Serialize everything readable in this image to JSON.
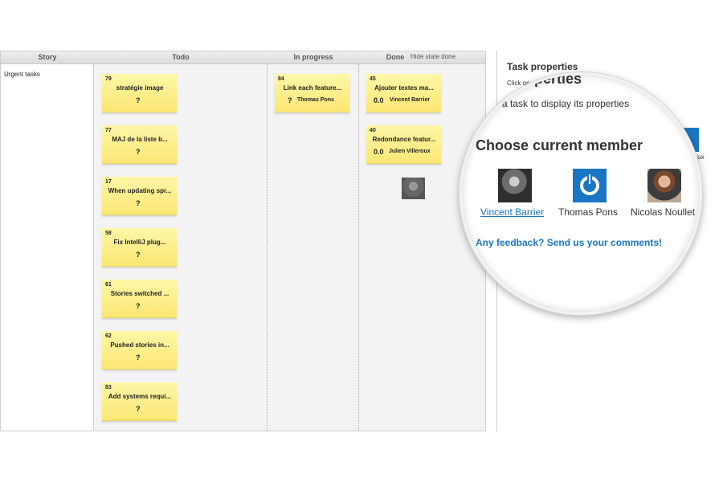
{
  "board": {
    "columns": [
      "Story",
      "Todo",
      "In progress",
      "Done"
    ],
    "hide_done_label": "Hide state done",
    "story_label": "Urgent tasks"
  },
  "cards": {
    "todo": [
      {
        "id": "79",
        "title": "stratégie image",
        "estimate": "?"
      },
      {
        "id": "77",
        "title": "MAJ de la liste b...",
        "estimate": "?"
      },
      {
        "id": "17",
        "title": "When updating spr...",
        "estimate": "?"
      },
      {
        "id": "58",
        "title": "Fix IntelliJ plug...",
        "estimate": "?"
      },
      {
        "id": "61",
        "title": "Stories switched ...",
        "estimate": "?"
      },
      {
        "id": "62",
        "title": "Pushed stories in...",
        "estimate": "?"
      },
      {
        "id": "83",
        "title": "Add systems requi...",
        "estimate": "?"
      }
    ],
    "in_progress": [
      {
        "id": "84",
        "title": "Link each feature...",
        "estimate": "?",
        "member": "Thomas Pons"
      }
    ],
    "done": [
      {
        "id": "45",
        "title": "Ajouter textes ma...",
        "estimate": "0.0",
        "member": "Vincent Barrier"
      },
      {
        "id": "40",
        "title": "Redondance featur...",
        "estimate": "0.0",
        "member": "Julien Villeroux"
      }
    ]
  },
  "side_panel": {
    "title": "Task properties",
    "click_prefix": "Click on",
    "partial_name": "roux"
  },
  "magnifier": {
    "title_fragment": "perties",
    "click_text": "n a task to display its properties",
    "choose_heading": "Choose current member",
    "members": [
      "Vincent Barrier",
      "Thomas Pons",
      "Nicolas Noullet"
    ],
    "feedback_link": "Any feedback? Send us your comments!"
  },
  "colors": {
    "card": "#fcee8c",
    "link": "#1a76c2",
    "column_bg": "#f3f3f3"
  }
}
